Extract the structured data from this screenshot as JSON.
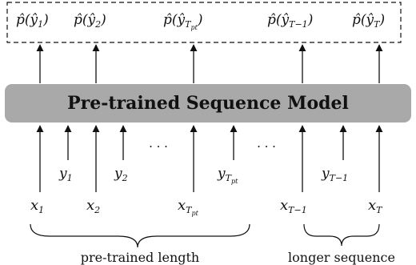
{
  "model": {
    "label": "Pre-trained Sequence Model"
  },
  "outputs": [
    {
      "main": "p̂(ŷ",
      "sub": "1",
      "subsub": "",
      "close": ")"
    },
    {
      "main": "p̂(ŷ",
      "sub": "2",
      "subsub": "",
      "close": ")"
    },
    {
      "main": "p̂(ŷ",
      "sub": "T",
      "subsub": "pt",
      "close": ")"
    },
    {
      "main": "p̂(ŷ",
      "sub": "T−1",
      "subsub": "",
      "close": ")"
    },
    {
      "main": "p̂(ŷ",
      "sub": "T",
      "subsub": "",
      "close": ")"
    }
  ],
  "inputs_x": [
    {
      "main": "x",
      "sub": "1",
      "subsub": ""
    },
    {
      "main": "x",
      "sub": "2",
      "subsub": ""
    },
    {
      "main": "x",
      "sub": "T",
      "subsub": "pt"
    },
    {
      "main": "x",
      "sub": "T−1",
      "subsub": ""
    },
    {
      "main": "x",
      "sub": "T",
      "subsub": ""
    }
  ],
  "inputs_y": [
    {
      "main": "y",
      "sub": "1",
      "subsub": ""
    },
    {
      "main": "y",
      "sub": "2",
      "subsub": ""
    },
    {
      "main": "y",
      "sub": "T",
      "subsub": "pt"
    },
    {
      "main": "y",
      "sub": "T−1",
      "subsub": ""
    }
  ],
  "ellipses": [
    "· · ·",
    "· · ·"
  ],
  "braces": [
    {
      "label": "pre-trained length"
    },
    {
      "label": "longer sequence"
    }
  ],
  "colors": {
    "model_fill": "#a9a9a9",
    "stroke": "#111111"
  }
}
